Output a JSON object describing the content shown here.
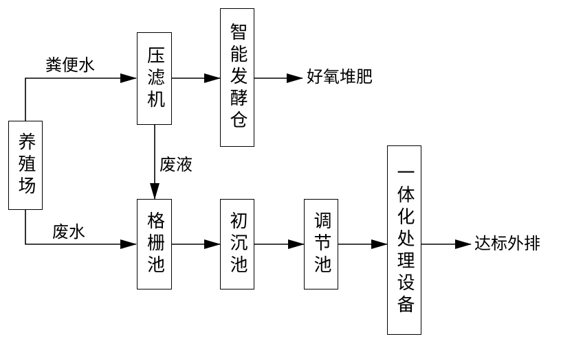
{
  "nodes": {
    "farm": "养殖场",
    "filter_press": "压滤机",
    "fermenter": "智能发酵仓",
    "grille_tank": "格栅池",
    "primary_settling": "初沉池",
    "regulating_tank": "调节池",
    "integrated_equipment": "一体化处理设备"
  },
  "edges": {
    "manure_water": "粪便水",
    "waste_water": "废水",
    "waste_liquid": "废液"
  },
  "outputs": {
    "aerobic_compost": "好氧堆肥",
    "discharge": "达标外排"
  }
}
